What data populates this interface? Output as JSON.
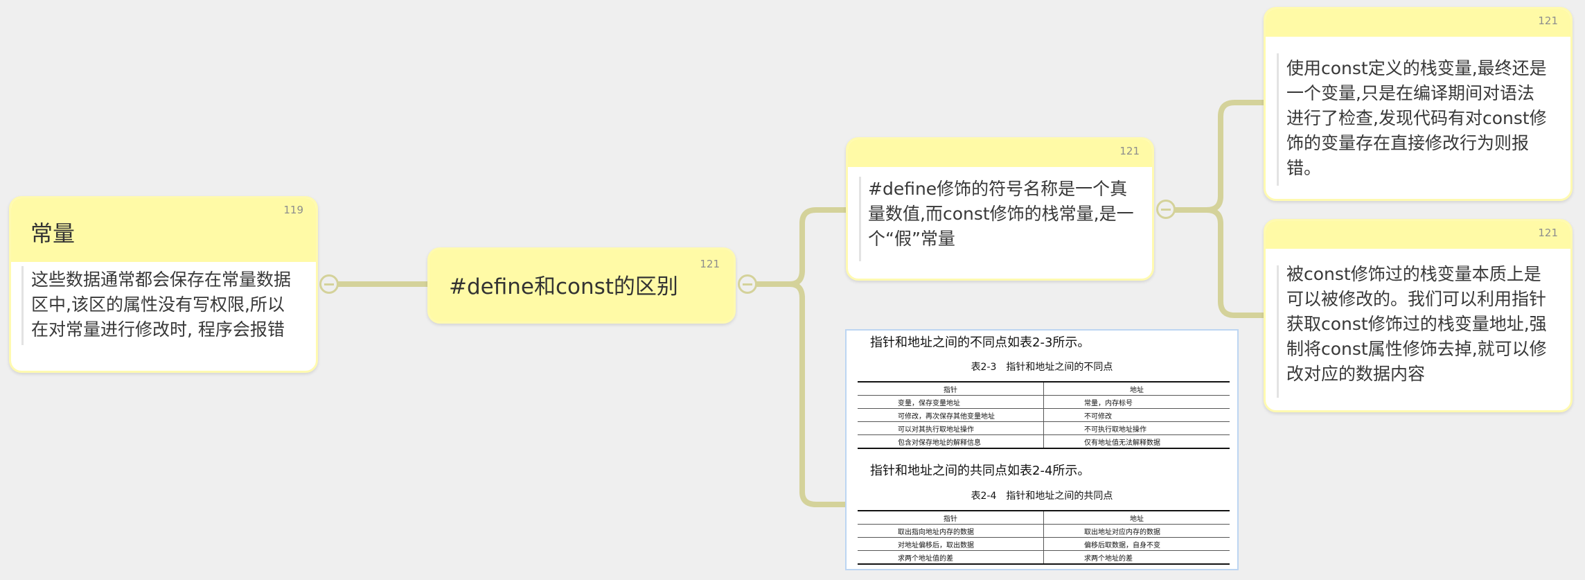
{
  "colors": {
    "background": "#efefef",
    "node_header": "#fffaa6",
    "node_border": "#fffab0",
    "connector": "#d4d29a",
    "image_border": "#bcd5f2"
  },
  "nodes": {
    "constant": {
      "number": "119",
      "title": "常量",
      "lines": [
        "这些数据通常都会保存在常量数据",
        "区中,该区的属性没有写权限,所以",
        "在对常量进行修改时, 程序会报错"
      ]
    },
    "central": {
      "number": "121",
      "title": "#define和const的区别"
    },
    "define_desc": {
      "number": "121",
      "lines": [
        "#define修饰的符号名称是一个真",
        "量数值,而const修饰的栈常量,是一",
        "个“假”常量"
      ]
    },
    "const_var": {
      "number": "121",
      "lines": [
        "使用const定义的栈变量,最终还是",
        "一个变量,只是在编译期间对语法",
        "进行了检查,发现代码有对const修",
        "饰的变量存在直接修改行为则报",
        "错。"
      ]
    },
    "const_modify": {
      "number": "121",
      "lines": [
        "被const修饰过的栈变量本质上是",
        "可以被修改的。我们可以利用指针",
        "获取const修饰过的栈变量地址,强",
        "制将const属性修饰去掉,就可以修",
        "改对应的数据内容"
      ]
    }
  },
  "image": {
    "para1": "指针和地址之间的不同点如表2-3所示。",
    "caption1": "表2-3　指针和地址之间的不同点",
    "table1": {
      "headers": [
        "指针",
        "地址"
      ],
      "rows": [
        [
          "变量，保存变量地址",
          "常量，内存标号"
        ],
        [
          "可修改，再次保存其他变量地址",
          "不可修改"
        ],
        [
          "可以对其执行取地址操作",
          "不可执行取地址操作"
        ],
        [
          "包含对保存地址的解释信息",
          "仅有地址值无法解释数据"
        ]
      ]
    },
    "para2": "指针和地址之间的共同点如表2-4所示。",
    "caption2": "表2-4　指针和地址之间的共同点",
    "table2": {
      "headers": [
        "指针",
        "地址"
      ],
      "rows": [
        [
          "取出指向地址内存的数据",
          "取出地址对应内存的数据"
        ],
        [
          "对地址偏移后，取出数据",
          "偏移后取数据，自身不变"
        ],
        [
          "求两个地址值的差",
          "求两个地址的差"
        ]
      ]
    }
  }
}
